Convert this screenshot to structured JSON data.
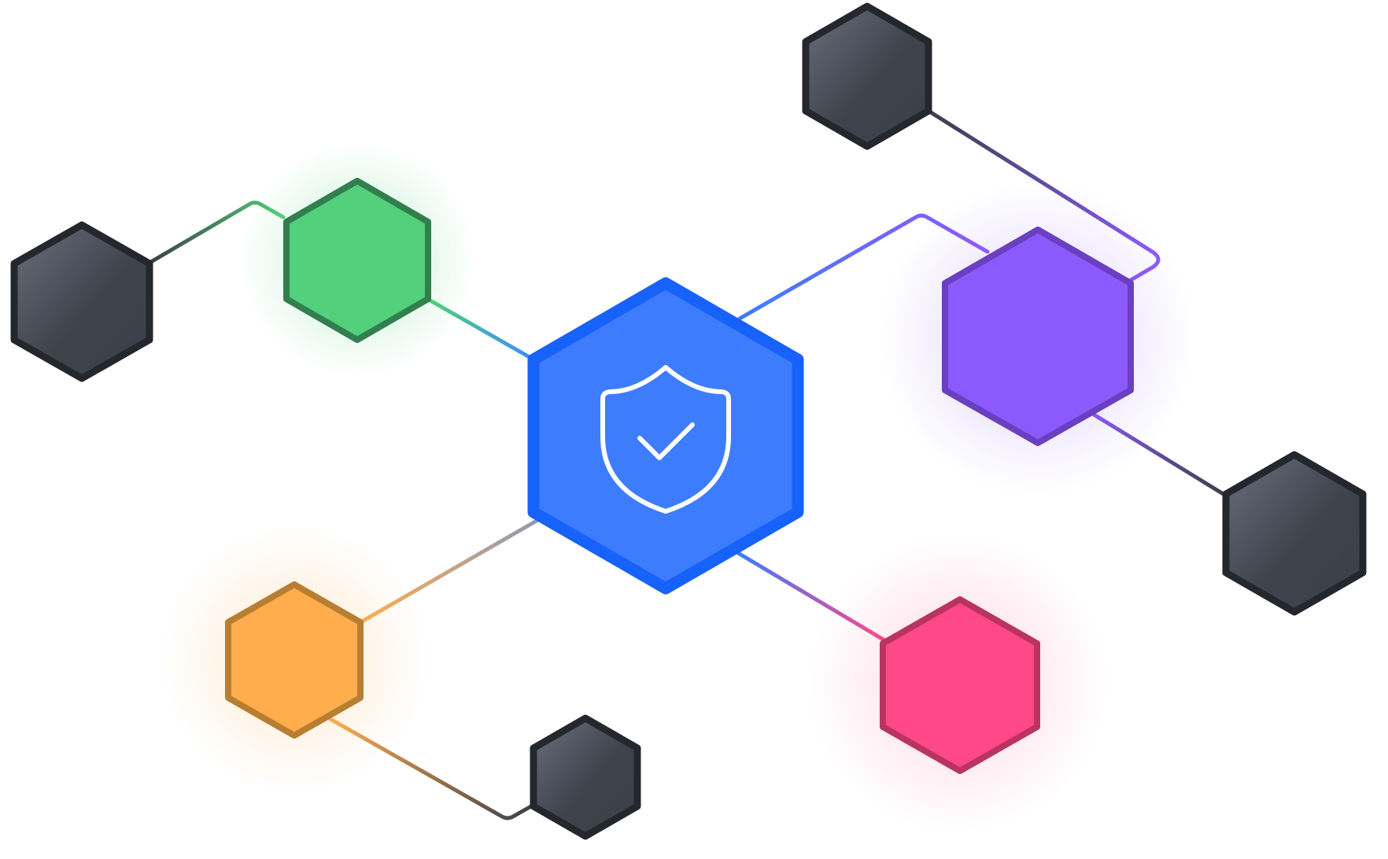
{
  "diagram": {
    "center_icon": "shield-check-icon",
    "colors": {
      "background": "#ffffff",
      "blue_fill": "#3d7dfd",
      "blue_stroke": "#1762fa",
      "green_fill": "#52d07c",
      "green_stroke": "#327f4e",
      "purple_fill": "#8c5afc",
      "purple_stroke": "#6a3fc0",
      "orange_fill": "#ffad4d",
      "orange_stroke": "#b87e32",
      "pink_fill": "#ff4888",
      "pink_stroke": "#b93461",
      "dark_fill_light": "#6b6f7b",
      "dark_fill": "#3b3f48",
      "dark_stroke": "#24272d",
      "icon": "#ffffff"
    },
    "nodes": [
      {
        "id": "hub",
        "kind": "primary",
        "color": "blue"
      },
      {
        "id": "green",
        "kind": "colored",
        "color": "green"
      },
      {
        "id": "purple",
        "kind": "colored",
        "color": "purple"
      },
      {
        "id": "orange",
        "kind": "colored",
        "color": "orange"
      },
      {
        "id": "pink",
        "kind": "colored",
        "color": "pink"
      },
      {
        "id": "dark-left",
        "kind": "terminal",
        "color": "dark"
      },
      {
        "id": "dark-top",
        "kind": "terminal",
        "color": "dark"
      },
      {
        "id": "dark-right",
        "kind": "terminal",
        "color": "dark"
      },
      {
        "id": "dark-bottom",
        "kind": "terminal",
        "color": "dark"
      }
    ],
    "edges": [
      {
        "from": "hub",
        "to": "green"
      },
      {
        "from": "hub",
        "to": "purple"
      },
      {
        "from": "hub",
        "to": "orange"
      },
      {
        "from": "hub",
        "to": "pink"
      },
      {
        "from": "green",
        "to": "dark-left"
      },
      {
        "from": "purple",
        "to": "dark-top"
      },
      {
        "from": "purple",
        "to": "dark-right"
      },
      {
        "from": "orange",
        "to": "dark-bottom"
      }
    ]
  }
}
